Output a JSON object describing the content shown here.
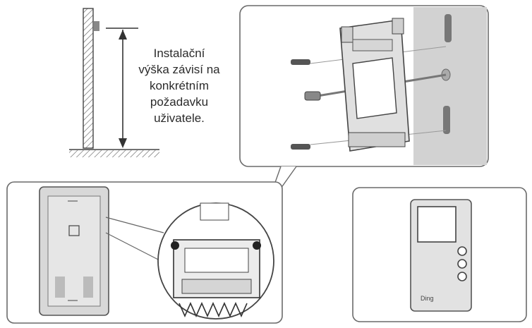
{
  "caption": {
    "lines": [
      "Instalační",
      "výška závisí na",
      "konkrétním",
      "požadavku",
      "uživatele."
    ]
  },
  "monitor": {
    "button_labels": [
      "",
      "",
      ""
    ],
    "brand": "Ding"
  },
  "colors": {
    "line": "#3a3a3a",
    "panel_border": "#6a6a6a",
    "wall": "#cfcfcf",
    "backplate": "#d9d9d9"
  },
  "icons": [
    "wall-hatch-icon",
    "height-arrow-icon",
    "screw-icon",
    "wall-plug-icon",
    "spring-icon"
  ]
}
